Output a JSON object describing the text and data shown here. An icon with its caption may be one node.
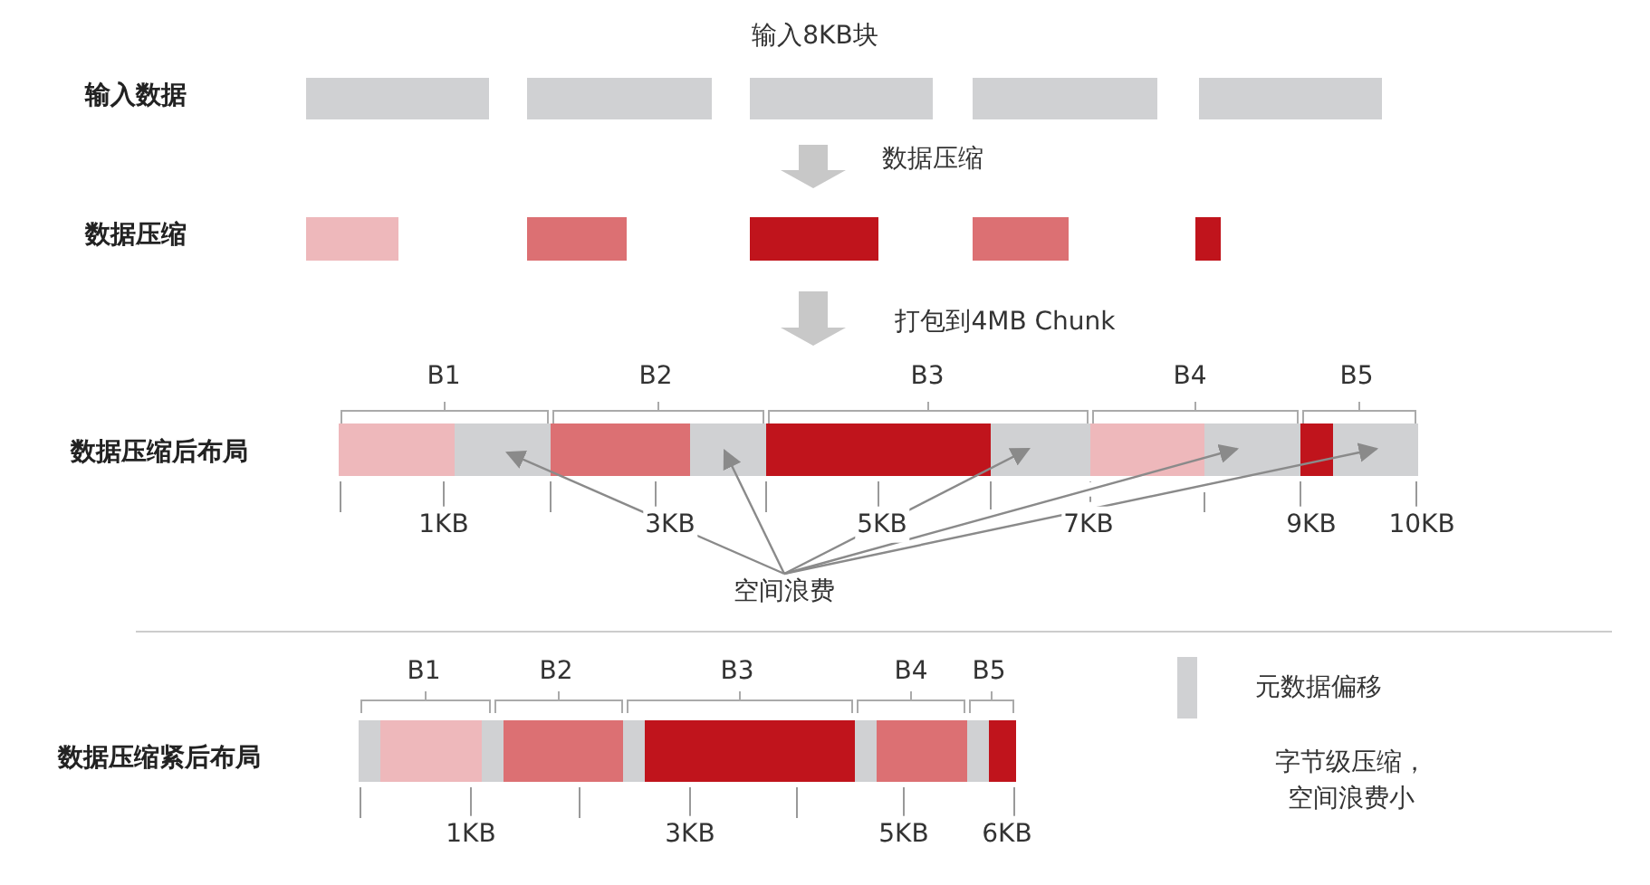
{
  "diagram": {
    "nodes": [
      {
        "text": [
          "空间浪费"
        ]
      },
      {
        "text": [],
        "shape": "bar"
      },
      {
        "text": [],
        "shape": "bar"
      },
      {
        "text": [],
        "shape": "bar"
      },
      {
        "text": [],
        "shape": "bar"
      },
      {
        "text": [],
        "shape": "bar"
      }
    ],
    "edges": [
      {
        "from": 0,
        "to": 1,
        "arrow": "to"
      },
      {
        "from": 0,
        "to": 2,
        "arrow": "to"
      },
      {
        "from": 0,
        "to": 3,
        "arrow": "to"
      },
      {
        "from": 0,
        "to": 4,
        "arrow": "to"
      },
      {
        "from": 0,
        "to": 5,
        "arrow": "to"
      }
    ],
    "labels": [
      "输入8KB块",
      "输入数据",
      "数据压缩",
      "数据压缩",
      "打包到4MB Chunk",
      "B1",
      "B2",
      "B3",
      "B4",
      "B5",
      "数据压缩后布局",
      "1KB",
      "3KB",
      "5KB",
      "7KB",
      "9KB",
      "10KB",
      "B1",
      "B2",
      "B3",
      "B4",
      "B5",
      "数据压缩紧后布局",
      "字节级压缩，空间浪费小",
      "1KB",
      "3KB",
      "5KB",
      "6KB"
    ],
    "legend": [
      {
        "text": "元数据偏移",
        "color": "#d0d1d3"
      }
    ]
  }
}
